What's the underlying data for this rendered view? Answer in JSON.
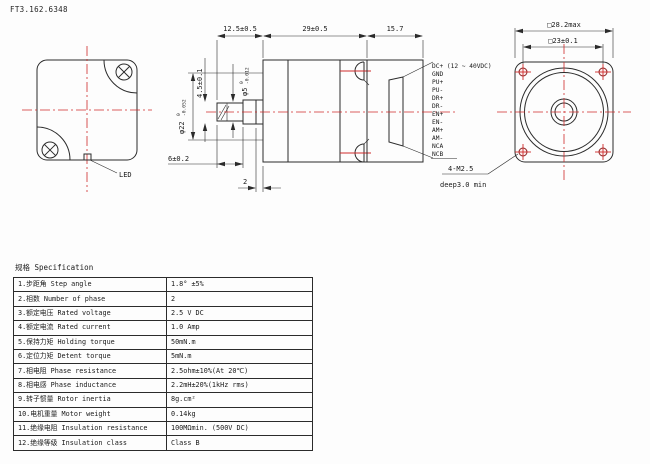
{
  "doc": {
    "number": "FT3.162.6348"
  },
  "colors": {
    "line": "#2b2b2b",
    "centerline": "#cf2a2a",
    "background": "#fdfdfd"
  },
  "rear_view": {
    "led_label": "LED"
  },
  "side_view": {
    "dims": {
      "front_length": "12.5±0.5",
      "body_length": "29±0.5",
      "rear_length": "15.7",
      "shaft_flat": "4.5±0.1",
      "shaft_dia_main": "φ5",
      "shaft_dia_tol_top": "0",
      "shaft_dia_tol_bottom": "-0.012",
      "hub_dia_main": "φ22",
      "hub_dia_tol_top": "0",
      "hub_dia_tol_bottom": "-0.052",
      "shaft_length": "6±0.2",
      "pilot_length": "2"
    },
    "wires": [
      "DC+ (12 ~ 40VDC)",
      "GND",
      "PU+",
      "PU-",
      "DR+",
      "DR-",
      "EN+",
      "EN-",
      "AM+",
      "AM-",
      "NCA",
      "NCB"
    ]
  },
  "front_view": {
    "dims": {
      "outer": "□28.2max",
      "holes": "□23±0.1"
    },
    "mount_note_line1": "4-M2.5",
    "mount_note_line2": "deep3.0 min"
  },
  "spec_table": {
    "title": "规格 Specification",
    "rows": [
      {
        "label": "1.步距角 Step angle",
        "value": "1.8° ±5%"
      },
      {
        "label": "2.相数 Number of phase",
        "value": "2"
      },
      {
        "label": "3.额定电压 Rated voltage",
        "value": "2.5 V DC"
      },
      {
        "label": "4.额定电流 Rated current",
        "value": "1.0 Amp"
      },
      {
        "label": "5.保持力矩 Holding torque",
        "value": "50mN.m"
      },
      {
        "label": "6.定位力矩 Detent torque",
        "value": "5mN.m"
      },
      {
        "label": "7.相电阻 Phase resistance",
        "value": "2.5ohm±10%(At 20℃)"
      },
      {
        "label": "8.相电感 Phase inductance",
        "value": "2.2mH±20%(1kHz rms)"
      },
      {
        "label": "9.转子惯量 Rotor inertia",
        "value": "8g.cm²"
      },
      {
        "label": "10.电机重量 Motor weight",
        "value": "0.14kg"
      },
      {
        "label": "11.绝缘电阻 Insulation resistance",
        "value": "100MΩmin. (500V DC)"
      },
      {
        "label": "12.绝缘等级 Insulation class",
        "value": "Class B"
      }
    ]
  }
}
